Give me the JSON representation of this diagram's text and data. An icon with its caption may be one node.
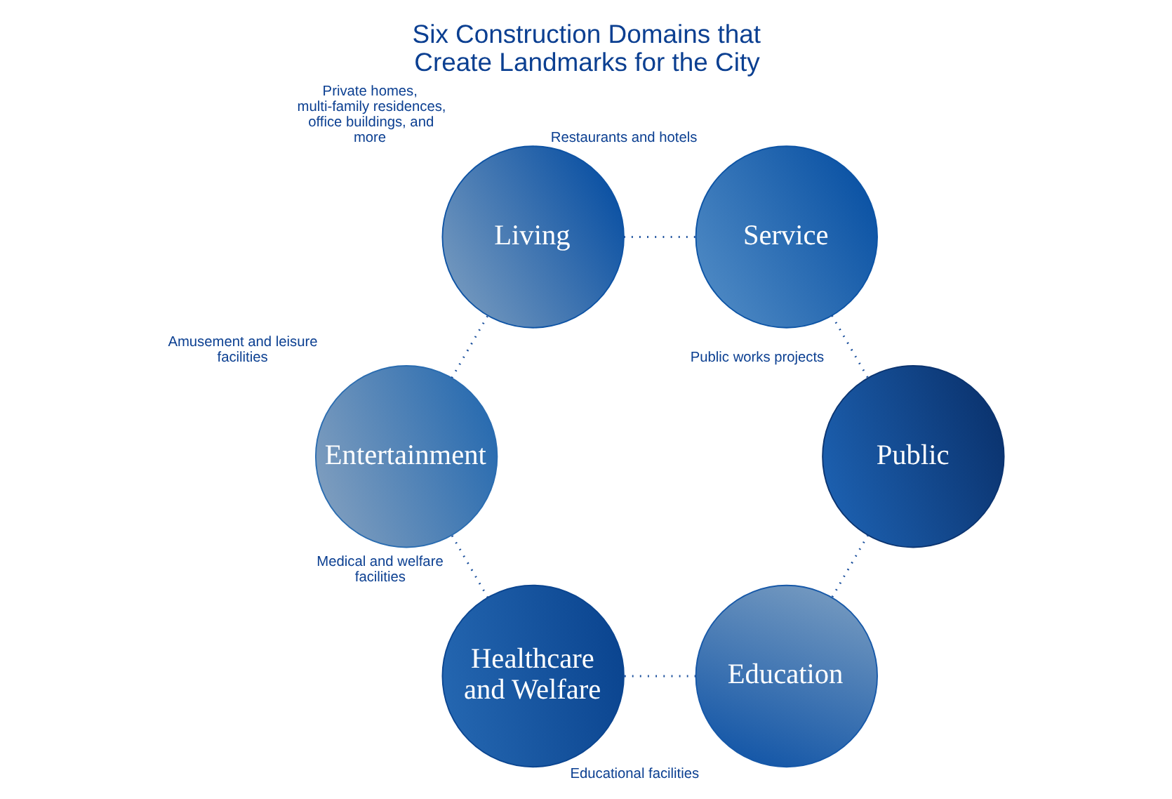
{
  "diagram": {
    "title": "Six Construction Domains that Create Landmarks for the City",
    "nodes": [
      {
        "text": [
          "Living"
        ],
        "beside": [
          "Private homes, multi-family residences, office buildings, and more"
        ]
      },
      {
        "text": [
          "Service"
        ],
        "beside": [
          "Restaurants and hotels"
        ]
      },
      {
        "text": [
          "Entertainment"
        ],
        "beside": [
          "Amusement and leisure facilities"
        ]
      },
      {
        "text": [
          "Public"
        ],
        "beside": [
          "Public works projects"
        ]
      },
      {
        "text": [
          "Healthcare and Welfare"
        ],
        "beside": [
          "Medical and welfare facilities"
        ]
      },
      {
        "text": [
          "Education"
        ],
        "beside": [
          "Educational facilities"
        ]
      }
    ],
    "edges": [
      {
        "from": 0,
        "to": 1,
        "arrow": "none"
      },
      {
        "from": 1,
        "to": 3,
        "arrow": "none"
      },
      {
        "from": 3,
        "to": 5,
        "arrow": "none"
      },
      {
        "from": 5,
        "to": 4,
        "arrow": "none"
      },
      {
        "from": 4,
        "to": 2,
        "arrow": "none"
      },
      {
        "from": 2,
        "to": 0,
        "arrow": "none"
      }
    ]
  }
}
